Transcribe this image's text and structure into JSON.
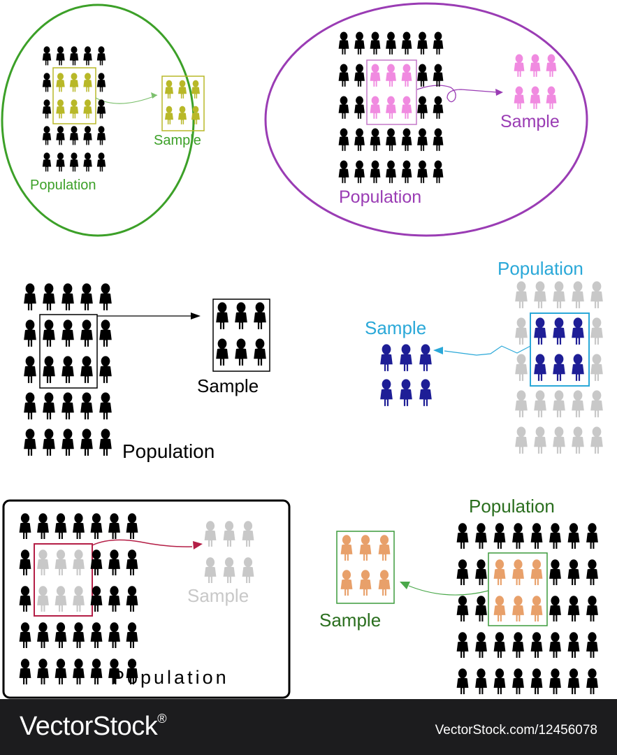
{
  "panels": [
    {
      "id": "p1",
      "population_label": "Population",
      "sample_label": "Sample",
      "population_color": "#000000",
      "sample_color": "#b8b828",
      "accent": "#3ca028",
      "sample_text_color": "#3ca028"
    },
    {
      "id": "p2",
      "population_label": "Population",
      "sample_label": "Sample",
      "population_color": "#000000",
      "sample_color": "#f08ae0",
      "accent": "#9a3cb4",
      "sample_text_color": "#9a3cb4"
    },
    {
      "id": "p3",
      "population_label": "Population",
      "sample_label": "Sample",
      "population_color": "#000000",
      "sample_color": "#000000",
      "accent": "#000000",
      "sample_text_color": "#000000"
    },
    {
      "id": "p4",
      "population_label": "Population",
      "sample_label": "Sample",
      "population_color": "#c8c8c8",
      "sample_color": "#1e1e96",
      "accent": "#2aa8d8",
      "sample_text_color": "#2aa8d8"
    },
    {
      "id": "p5",
      "population_label": "Population",
      "sample_label": "Sample",
      "population_color": "#000000",
      "sample_color": "#c8c8c8",
      "accent": "#b41e46",
      "sample_text_color": "#c8c8c8"
    },
    {
      "id": "p6",
      "population_label": "Population",
      "sample_label": "Sample",
      "population_color": "#000000",
      "sample_color": "#e8a06a",
      "accent": "#3c9a3c",
      "sample_text_color": "#2a6e1e"
    }
  ],
  "watermark": {
    "brand": "VectorStock",
    "registered": "®",
    "url": "VectorStock.com/12456078"
  }
}
